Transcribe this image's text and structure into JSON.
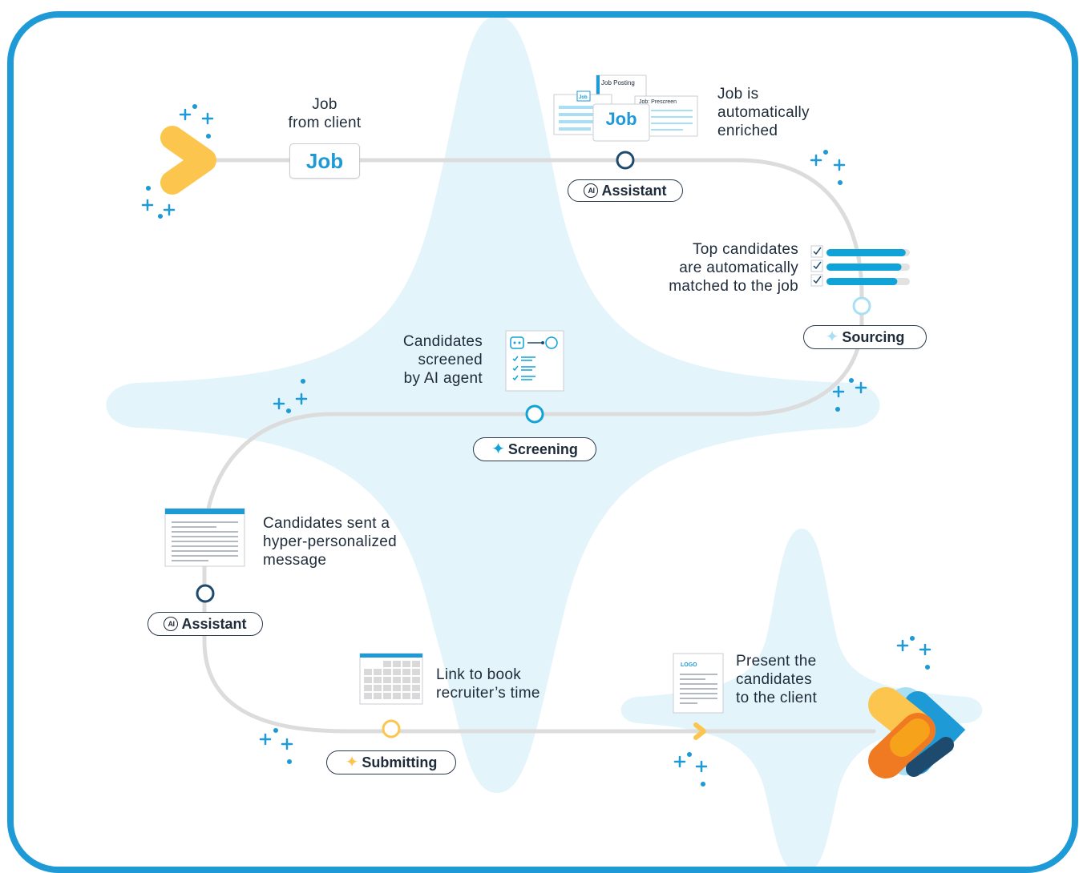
{
  "steps": {
    "job_from_client": {
      "line1": "Job",
      "line2": "from client",
      "card": "Job"
    },
    "enriched": {
      "line1": "Job is",
      "line2": "automatically",
      "line3": "enriched",
      "card_main": "Job",
      "card_posting": "Job Posting",
      "card_prescreen": "Job: Prescreen",
      "card_small": "Job"
    },
    "matched": {
      "line1": "Top candidates",
      "line2": "are automatically",
      "line3": "matched to the job",
      "bars": [
        0.95,
        0.9,
        0.85
      ]
    },
    "screened": {
      "line1": "Candidates",
      "line2": "screened",
      "line3": "by AI agent"
    },
    "message": {
      "line1": "Candidates sent a",
      "line2": "hyper-personalized",
      "line3": "message"
    },
    "booking": {
      "line1": "Link to book",
      "line2": "recruiter’s time"
    },
    "present": {
      "line1": "Present the",
      "line2": "candidates",
      "line3": "to the client",
      "logo": "LOGO"
    }
  },
  "pills": {
    "assistant_top": {
      "badge": "AI",
      "label": "Assistant"
    },
    "sourcing": {
      "label": "Sourcing"
    },
    "screening": {
      "label": "Screening"
    },
    "assistant_bottom": {
      "badge": "AI",
      "label": "Assistant"
    },
    "submitting": {
      "label": "Submitting"
    }
  },
  "colors": {
    "frame": "#1e9ad6",
    "path": "#dcdcdc",
    "navy": "#1e4a6e",
    "light_blue": "#5cc3ee",
    "cyan": "#0fa3d8",
    "yellow": "#fcc54e",
    "orange": "#f07a22",
    "background_star": "#e4f4fb"
  },
  "icons": [
    "chevron-start-icon",
    "sparkle-icon",
    "ai-badge-icon",
    "robot-icon",
    "user-icon",
    "checklist-icon",
    "calendar-icon",
    "document-icon",
    "logo-mark-icon"
  ]
}
